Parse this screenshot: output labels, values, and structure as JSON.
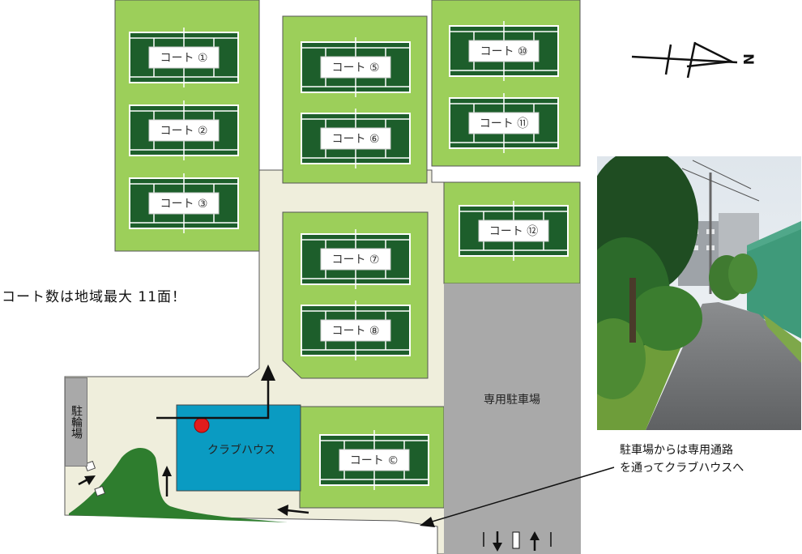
{
  "headline": "コート数は地域最大 11面！",
  "courts": [
    {
      "id": "c1",
      "label": "コート ①"
    },
    {
      "id": "c2",
      "label": "コート ②"
    },
    {
      "id": "c3",
      "label": "コート ③"
    },
    {
      "id": "c5",
      "label": "コート ⑤"
    },
    {
      "id": "c6",
      "label": "コート ⑥"
    },
    {
      "id": "c7",
      "label": "コート ⑦"
    },
    {
      "id": "c8",
      "label": "コート ⑧"
    },
    {
      "id": "c10",
      "label": "コート ⑩"
    },
    {
      "id": "c11",
      "label": "コート ⑪"
    },
    {
      "id": "c12",
      "label": "コート ⑫"
    },
    {
      "id": "cC",
      "label": "コート ©"
    }
  ],
  "clubhouse": {
    "label": "クラブハウス"
  },
  "parking": {
    "label": "専用駐車場"
  },
  "bike_parking": {
    "label": "駐輪場"
  },
  "note": {
    "line1": "駐車場からは専用通路",
    "line2": "を通ってクラブハウスへ"
  },
  "compass": {
    "north_label": "N"
  },
  "colors": {
    "court_outer": "#9ccf5a",
    "court_surface": "#1d5e2b",
    "path": "#efeedc",
    "clubhouse": "#0a9bc2",
    "parking": "#a9a9a9",
    "hill": "#2e7d2e"
  },
  "photo": {
    "subject": "path-photo"
  }
}
